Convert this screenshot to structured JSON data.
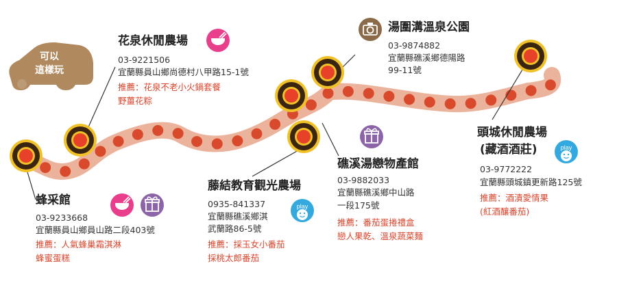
{
  "badge": {
    "line1": "可以",
    "line2": "這樣玩"
  },
  "stops": [
    {
      "id": "fengcai",
      "name": "蜂采館",
      "phone": "03-9233668",
      "address": "宜蘭縣員山鄉員山路二段403號",
      "recommend": [
        "推薦：人氣蜂巢霜淇淋",
        "蜂蜜蛋糕"
      ],
      "icons": [
        "food-bowl-icon",
        "gift-icon"
      ]
    },
    {
      "id": "huaquan",
      "name": "花泉休閒農場",
      "phone": "03-9221506",
      "address": "宜蘭縣員山鄉尚德村八甲路15-1號",
      "recommend": [
        "推薦：花泉不老小火鍋套餐",
        "野薑花粽"
      ],
      "icons": [
        "food-bowl-icon"
      ]
    },
    {
      "id": "tengjie",
      "name": "藤結教育觀光農場",
      "phone": "0935-841337",
      "address_lines": [
        "宜蘭縣礁溪鄉淇",
        "武蘭路86-5號"
      ],
      "recommend": [
        "推薦：採玉女小番茄",
        "採桃太郎番茄"
      ],
      "icons": [
        "play-face-icon"
      ]
    },
    {
      "id": "tangweigou",
      "name": "湯圍溝溫泉公園",
      "phone": "03-9874882",
      "address_lines": [
        "宜蘭縣礁溪鄉德陽路",
        "99-11號"
      ],
      "icons": [
        "camera-icon"
      ]
    },
    {
      "id": "jiaoxi",
      "name": "礁溪湯戀物產館",
      "phone": "03-9882033",
      "address_lines": [
        "宜蘭縣礁溪鄉中山路",
        "一段175號"
      ],
      "recommend": [
        "推薦：番茄蛋捲禮盒",
        "戀人果乾、溫泉蔬菜麵"
      ],
      "icons": [
        "gift-icon"
      ]
    },
    {
      "id": "toucheng",
      "name_lines": [
        "頭城休閒農場",
        "(藏酒酒莊)"
      ],
      "phone": "03-9772222",
      "address": "宜蘭縣頭城鎮更新路125號",
      "recommend": [
        "推薦：酒漬愛情果",
        "(紅酒釀番茄)"
      ],
      "icons": [
        "play-face-icon"
      ]
    }
  ],
  "play_label": "play",
  "colors": {
    "road": "#e9a88f",
    "road_dot": "#d94a2c",
    "marker_ring": "#f0c228",
    "marker_dark": "#3a2412",
    "marker_center": "#e8412a",
    "badge": "#b08a5e",
    "pink_icon": "#e83e8c",
    "purple_icon": "#8b65a8",
    "camera_icon": "#8a6a48",
    "play_icon": "#33a9df",
    "accent_text": "#d8452c"
  }
}
